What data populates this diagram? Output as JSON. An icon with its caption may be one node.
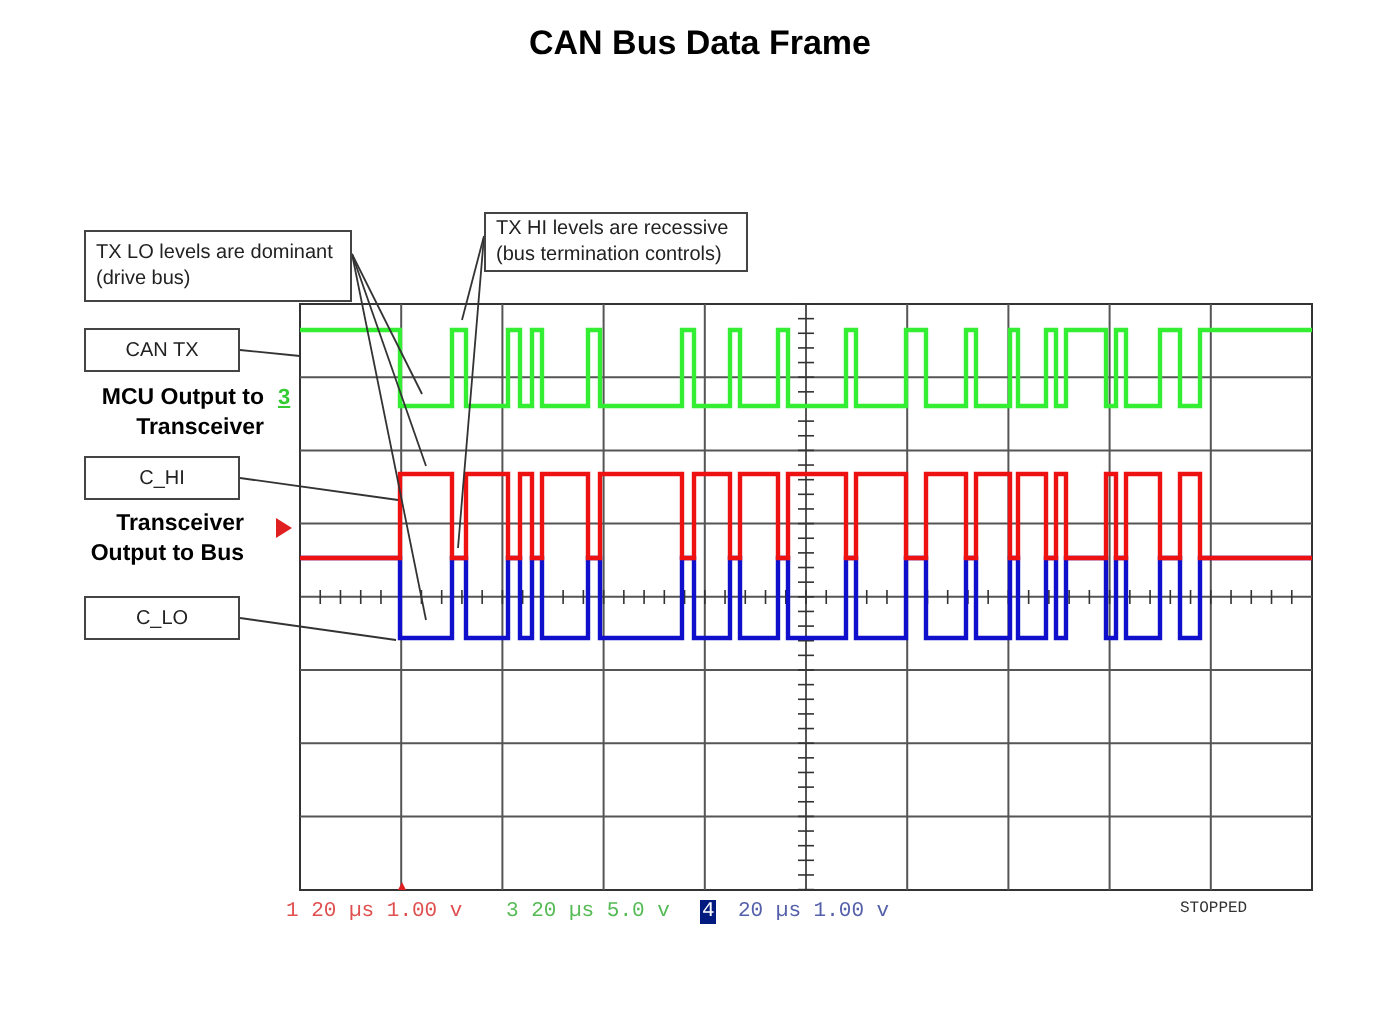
{
  "diagram": {
    "title": "CAN Bus Data Frame",
    "nodes": [
      {
        "text": [
          "TX LO levels are dominant (drive bus)"
        ]
      },
      {
        "text": [
          "TX HI levels are recessive (bus termination controls)"
        ]
      },
      {
        "text": [
          "CAN TX"
        ]
      },
      {
        "text": [
          "C_HI"
        ]
      },
      {
        "text": [
          "C_LO"
        ]
      }
    ],
    "edges": [
      {
        "from": 0,
        "to": null,
        "arrow": "none"
      },
      {
        "from": 0,
        "to": null,
        "arrow": "none"
      },
      {
        "from": 0,
        "to": null,
        "arrow": "none"
      },
      {
        "from": 1,
        "to": null,
        "arrow": "none"
      },
      {
        "from": 1,
        "to": null,
        "arrow": "none"
      },
      {
        "from": 2,
        "to": null,
        "arrow": "none"
      },
      {
        "from": 3,
        "to": null,
        "arrow": "none"
      },
      {
        "from": 4,
        "to": null,
        "arrow": "none"
      }
    ],
    "labels": [
      "MCU Output to Transceiver",
      "3",
      "Transceiver Output to Bus",
      "1 20 µs 1.00 v",
      "3 20 µs 5.0 v",
      "4",
      "20 µs 1.00 v",
      "STOPPED"
    ]
  }
}
